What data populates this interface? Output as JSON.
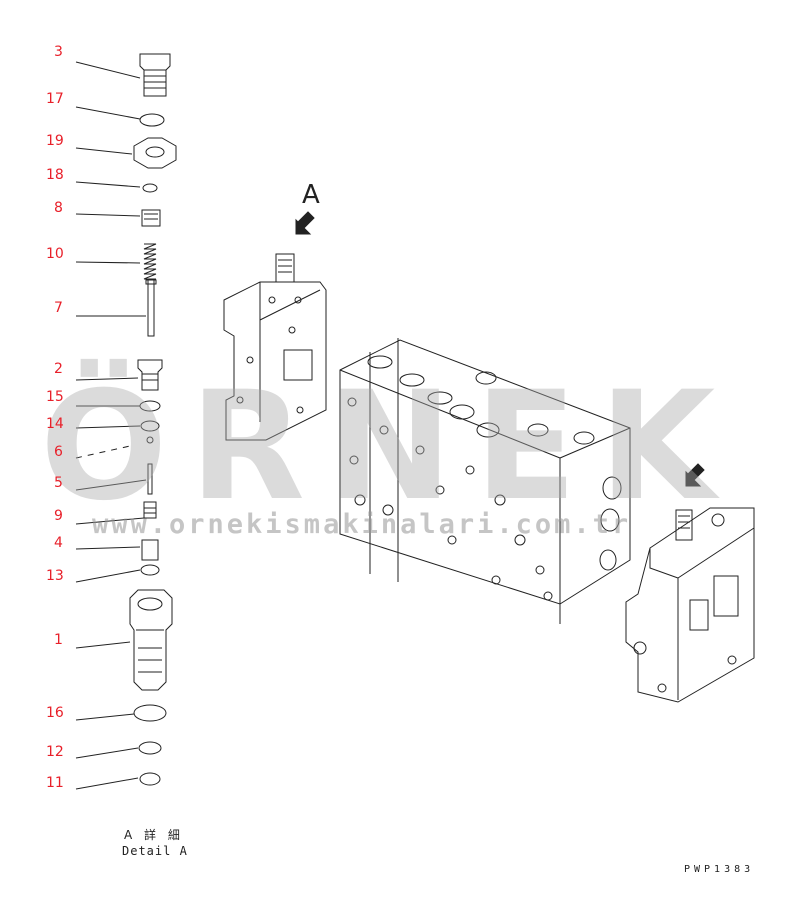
{
  "callouts": [
    {
      "label": "3"
    },
    {
      "label": "17"
    },
    {
      "label": "19"
    },
    {
      "label": "18"
    },
    {
      "label": "8"
    },
    {
      "label": "10"
    },
    {
      "label": "7"
    },
    {
      "label": "2"
    },
    {
      "label": "15"
    },
    {
      "label": "14"
    },
    {
      "label": "6"
    },
    {
      "label": "5"
    },
    {
      "label": "9"
    },
    {
      "label": "4"
    },
    {
      "label": "13"
    },
    {
      "label": "1"
    },
    {
      "label": "16"
    },
    {
      "label": "12"
    },
    {
      "label": "11"
    }
  ],
  "view_arrow_label": "A",
  "detail_label_jp": "A 詳 細",
  "detail_label_en": "Detail A",
  "drawing_code": "PWP1383",
  "watermark": {
    "brand": "ÖRNEK",
    "url": "www.ornekismakinalari.com.tr"
  },
  "colors": {
    "callout": "#e8202a",
    "line_art": "#222222",
    "watermark": "#aaaaaa"
  }
}
